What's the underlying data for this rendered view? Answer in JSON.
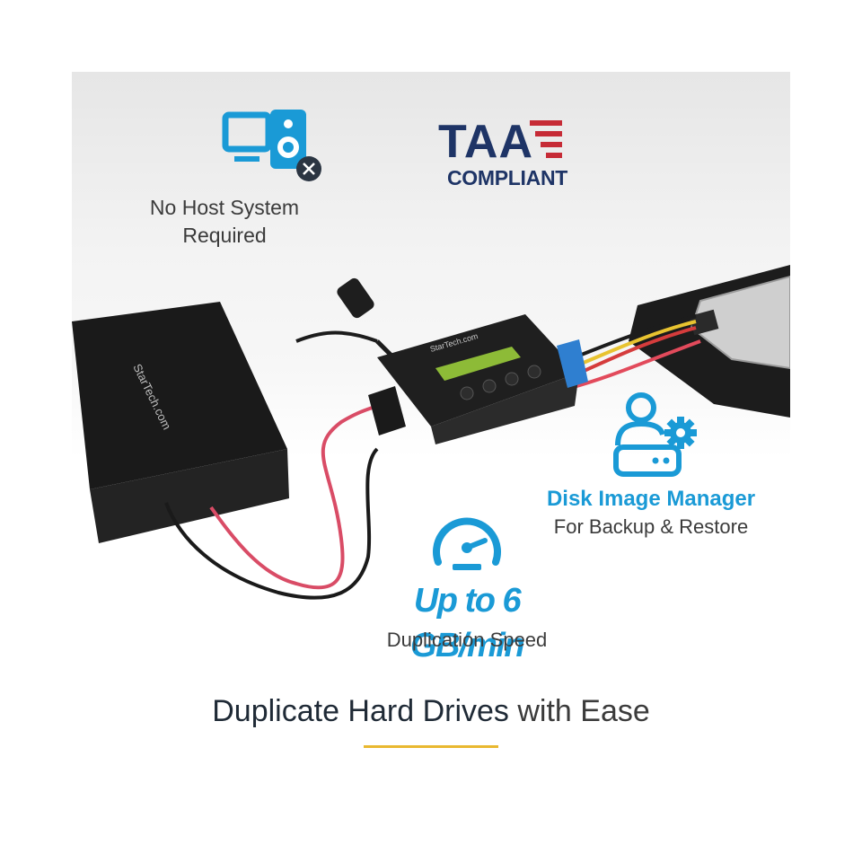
{
  "brand": {
    "name": "StarTech.com"
  },
  "features": {
    "no_host": {
      "line1": "No Host System",
      "line2": "Required",
      "icon": "computer-speaker-icon"
    },
    "taa": {
      "word": "TAA",
      "sub": "COMPLIANT",
      "icon": "taa-flag-logo"
    },
    "disk_image": {
      "title": "Disk Image Manager",
      "subtitle": "For Backup & Restore",
      "icon": "user-drive-gear-icon"
    },
    "speed": {
      "title": "Up to 6 GB/min",
      "subtitle": "Duplication Speed",
      "icon": "speedometer-icon"
    }
  },
  "headline": {
    "strong": "Duplicate Hard Drives",
    "light": " with Ease"
  },
  "colors": {
    "accent_blue": "#1a9ad6",
    "taa_navy": "#1e3466",
    "taa_red": "#c62b36",
    "underline_gold": "#e9b830",
    "text_dark": "#1f2a36"
  }
}
